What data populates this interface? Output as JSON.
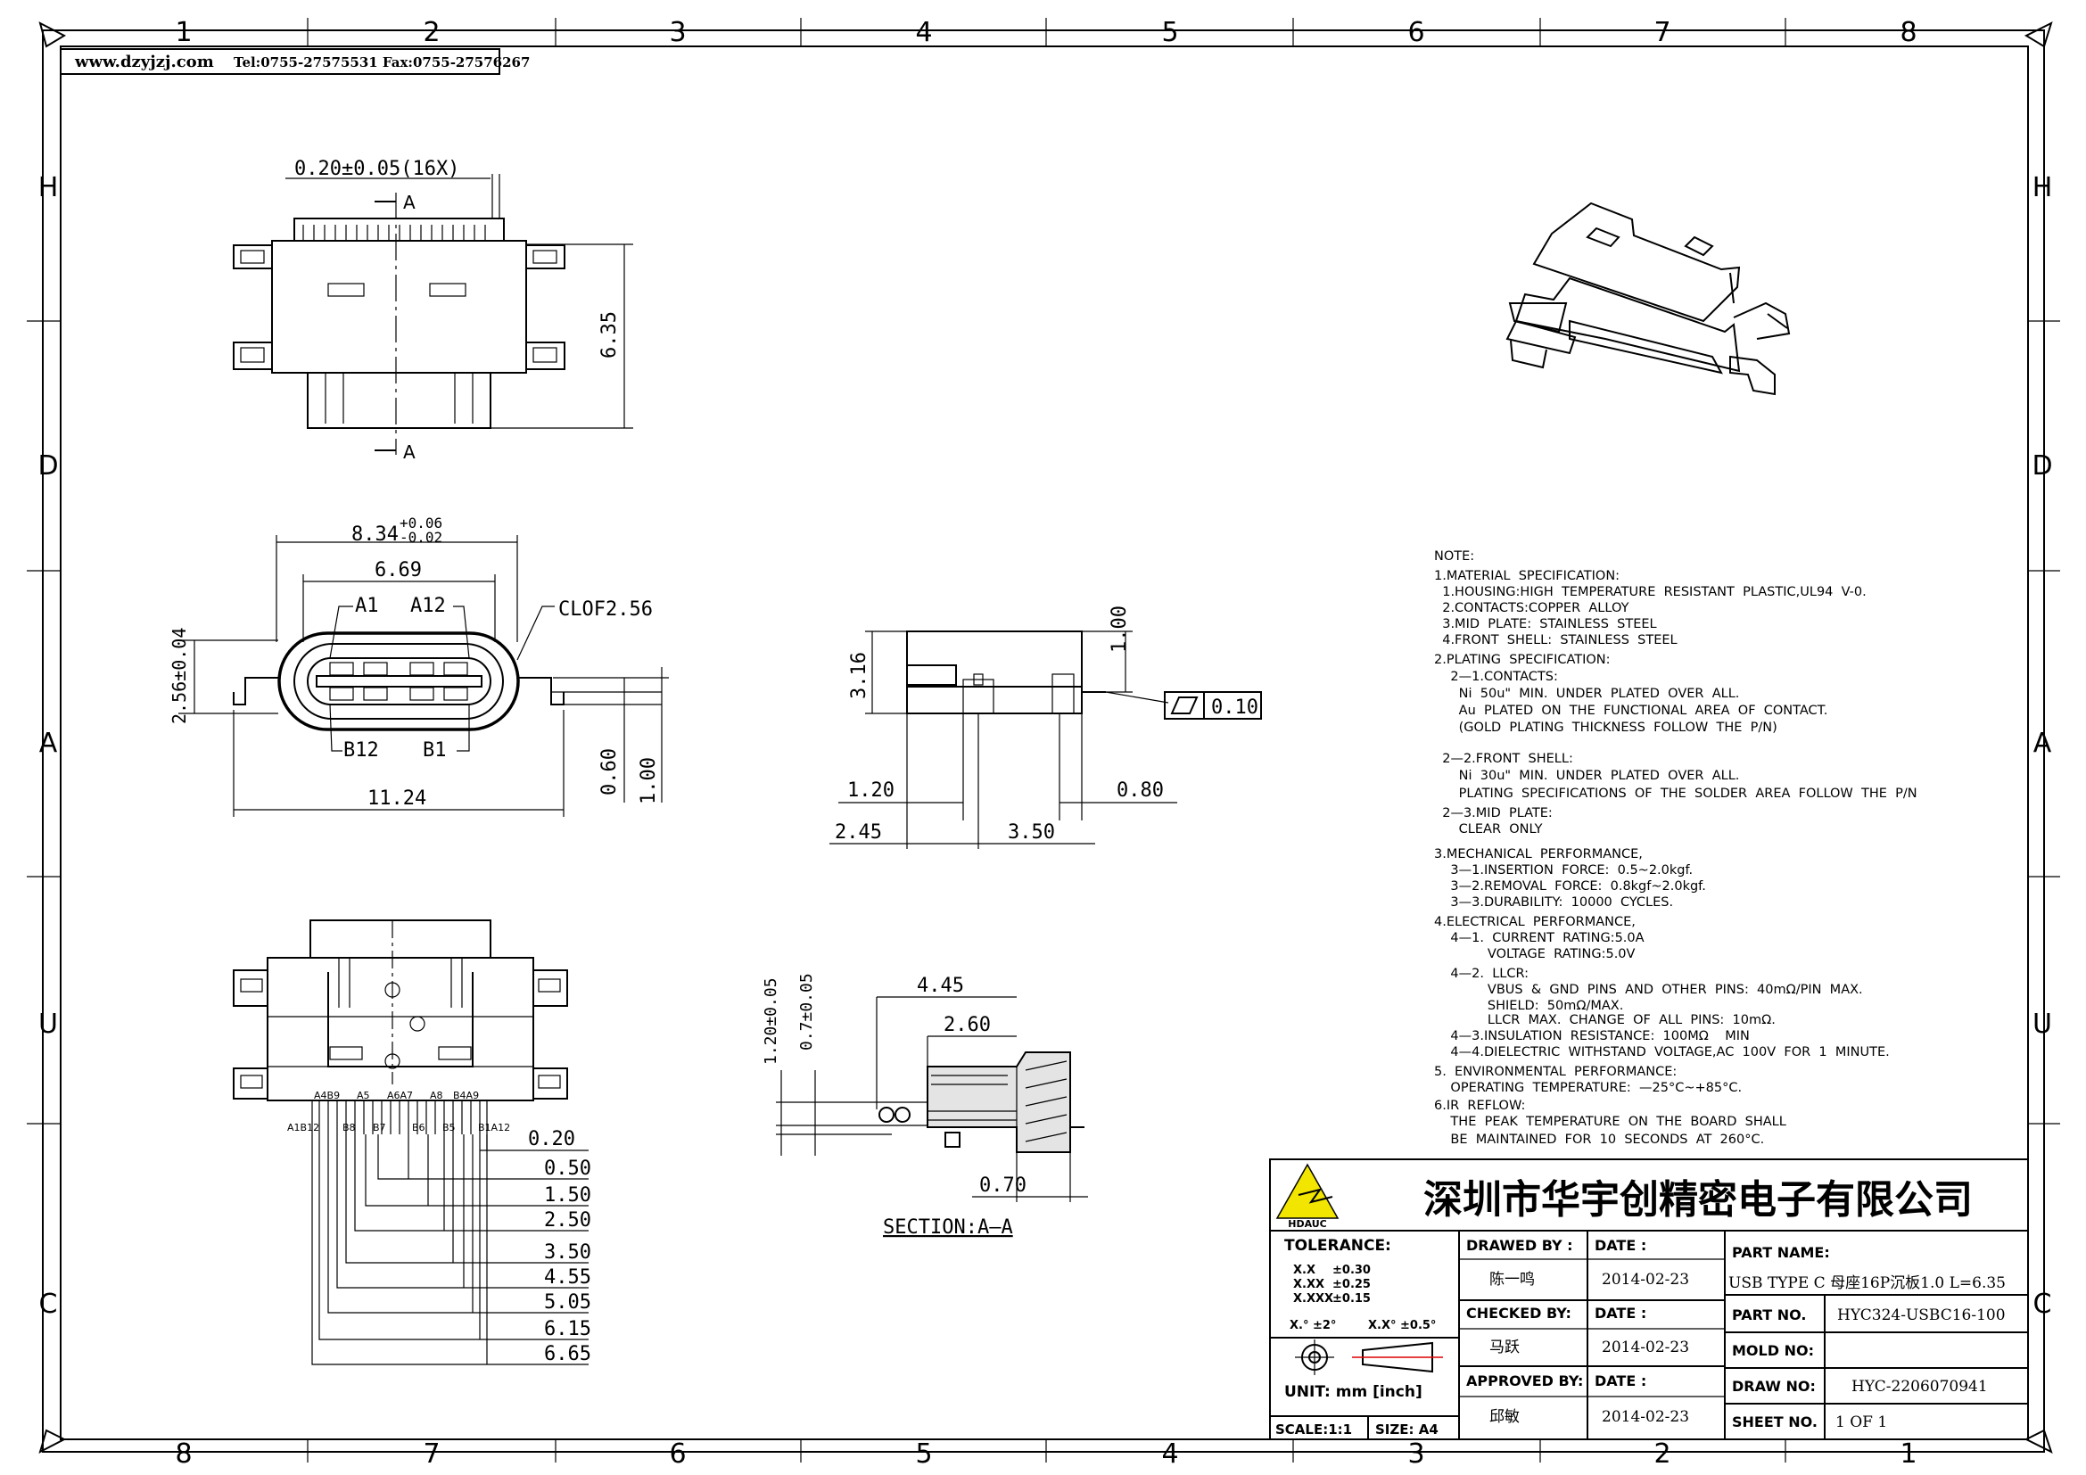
{
  "header": {
    "website": "www.dzyjzj.com",
    "contact": "Tel:0755-27575531  Fax:0755-27576267"
  },
  "frame": {
    "columns_top": [
      "1",
      "2",
      "3",
      "4",
      "5",
      "6",
      "7",
      "8"
    ],
    "columns_bottom": [
      "8",
      "7",
      "6",
      "5",
      "4",
      "3",
      "2",
      "1"
    ],
    "rows_left": [
      "H",
      "D",
      "A",
      "U",
      "C"
    ],
    "rows_right": [
      "H",
      "D",
      "A",
      "U",
      "C"
    ]
  },
  "top_view": {
    "pitch": "0.20±0.05(16X)",
    "height": "6.35",
    "section_mark": "A"
  },
  "front_view": {
    "width_total": "8.34",
    "tol_plus": "+0.06",
    "tol_minus": "-0.02",
    "inner_width": "6.69",
    "pin_a1": "A1",
    "pin_a12": "A12",
    "pin_b12": "B12",
    "pin_b1": "B1",
    "chamfer": "CLOF2.56",
    "height": "2.56±0.04",
    "span": "11.24",
    "dim_060": "0.60",
    "dim_100": "1.00"
  },
  "side_view": {
    "dim_316": "3.16",
    "dim_100": "1.00",
    "flatness": "0.10",
    "dim_120": "1.20",
    "dim_080": "0.80",
    "dim_245": "2.45",
    "dim_350": "3.50"
  },
  "bottom_view": {
    "pin_labels_top": [
      "A4B9",
      "A5",
      "A6A7",
      "A8",
      "B4A9"
    ],
    "pin_labels_bottom": [
      "A1B12",
      "B8",
      "B7",
      "B6",
      "B5",
      "B1A12"
    ],
    "dims": [
      "0.20",
      "0.50",
      "1.50",
      "2.50",
      "3.50",
      "4.55",
      "5.05",
      "6.15",
      "6.65"
    ]
  },
  "section_view": {
    "dim_120": "1.20±0.05",
    "dim_07": "0.7±0.05",
    "dim_445": "4.45",
    "dim_260": "2.60",
    "dim_070": "0.70",
    "title": "SECTION:A—A"
  },
  "notes": [
    "NOTE:",
    "1.MATERIAL  SPECIFICATION:",
    "  1.HOUSING:HIGH  TEMPERATURE  RESISTANT  PLASTIC,UL94  V-0.",
    "  2.CONTACTS:COPPER  ALLOY",
    "  3.MID  PLATE:  STAINLESS  STEEL",
    "  4.FRONT  SHELL:  STAINLESS  STEEL",
    "2.PLATING  SPECIFICATION:",
    "    2—1.CONTACTS:",
    "      Ni  50u\"  MIN.  UNDER  PLATED  OVER  ALL.",
    "      Au  PLATED  ON  THE  FUNCTIONAL  AREA  OF  CONTACT.",
    "      (GOLD  PLATING  THICKNESS  FOLLOW  THE  P/N)",
    "",
    "  2—2.FRONT  SHELL:",
    "      Ni  30u\"  MIN.  UNDER  PLATED  OVER  ALL.",
    "      PLATING  SPECIFICATIONS  OF  THE  SOLDER  AREA  FOLLOW  THE  P/N",
    "  2—3.MID  PLATE:",
    "      CLEAR  ONLY",
    "3.MECHANICAL  PERFORMANCE,",
    "    3—1.INSERTION  FORCE:  0.5~2.0kgf.",
    "    3—2.REMOVAL  FORCE:  0.8kgf~2.0kgf.",
    "    3—3.DURABILITY:  10000  CYCLES.",
    "4.ELECTRICAL  PERFORMANCE,",
    "    4—1.  CURRENT  RATING:5.0A",
    "             VOLTAGE  RATING:5.0V",
    "    4—2.  LLCR:",
    "             VBUS  &  GND  PINS  AND  OTHER  PINS:  40mΩ/PIN  MAX.",
    "             SHIELD:  50mΩ/MAX.",
    "             LLCR  MAX.  CHANGE  OF  ALL  PINS:  10mΩ.",
    "    4—3.INSULATION  RESISTANCE:  100MΩ    MIN",
    "    4—4.DIELECTRIC  WITHSTAND  VOLTAGE,AC  100V  FOR  1  MINUTE.",
    "5.  ENVIRONMENTAL  PERFORMANCE:",
    "    OPERATING  TEMPERATURE:  —25°C~+85°C.",
    "6.IR  REFLOW:",
    "    THE  PEAK  TEMPERATURE  ON  THE  BOARD  SHALL",
    "    BE  MAINTAINED  FOR  10  SECONDS  AT  260°C."
  ],
  "title_block": {
    "company": "深圳市华宇创精密电子有限公司",
    "logo_text": "HDAUC",
    "tolerance_label": "TOLERANCE:",
    "tol_rows": [
      {
        "k": "X.X",
        "v": "±0.30"
      },
      {
        "k": "X.XX",
        "v": "±0.25"
      },
      {
        "k": "X.XXX",
        "v": "±0.15"
      }
    ],
    "tol_angle_1": "X.°  ±2°",
    "tol_angle_2": "X.X°  ±0.5°",
    "unit": "UNIT:  mm  [inch]",
    "scale": "SCALE:1:1",
    "size": "SIZE:  A4",
    "drawn_by_label": "DRAWED BY :",
    "drawn_by": "陈一鸣",
    "checked_by_label": "CHECKED BY:",
    "checked_by": "马跃",
    "approved_by_label": "APPROVED BY:",
    "approved_by": "邱敏",
    "date_label": "DATE :",
    "date1": "2014-02-23",
    "date2": "2014-02-23",
    "date3": "2014-02-23",
    "part_name_label": "PART NAME:",
    "part_name": "USB TYPE C 母座16P沉板1.0 L=6.35",
    "part_no_label": "PART NO.",
    "part_no": "HYC324-USBC16-100",
    "mold_no_label": "MOLD NO:",
    "mold_no": "",
    "draw_no_label": "DRAW NO:",
    "draw_no": "HYC-2206070941",
    "sheet_no_label": "SHEET NO.",
    "sheet_no": "1 OF 1"
  }
}
